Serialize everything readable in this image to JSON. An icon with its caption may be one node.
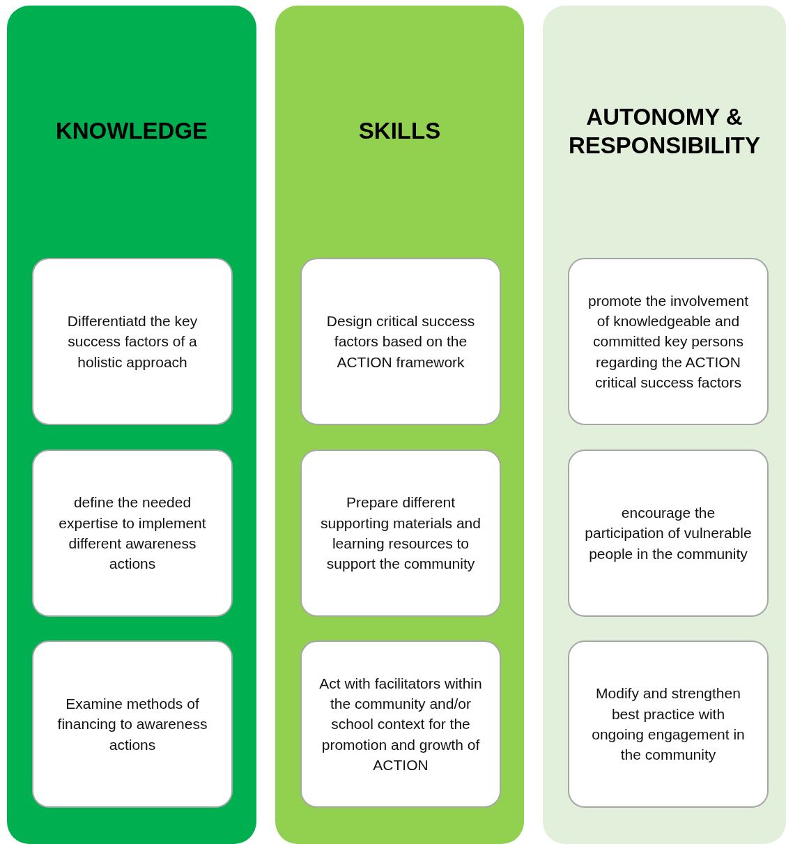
{
  "diagram": {
    "nodes": [
      {
        "text": [
          "KNOWLEDGE"
        ]
      },
      {
        "text": [
          "Differentiatd the key success factors of a holistic approach"
        ],
        "in": 0
      },
      {
        "text": [
          "define the needed expertise to implement different awareness actions"
        ],
        "in": 0
      },
      {
        "text": [
          "Examine methods of financing to awareness actions"
        ],
        "in": 0
      },
      {
        "text": [
          "SKILLS"
        ]
      },
      {
        "text": [
          "Design critical success factors based on the ACTION framework"
        ],
        "in": 4
      },
      {
        "text": [
          "Prepare different supporting materials and learning resources to support the community"
        ],
        "in": 4
      },
      {
        "text": [
          "Act with facilitators within the community and/or school context for the promotion and growth of ACTION"
        ],
        "in": 4
      },
      {
        "text": [
          "AUTONOMY & RESPONSIBILITY"
        ]
      },
      {
        "text": [
          "promote the involvement of knowledgeable and committed key persons regarding the ACTION critical success factors"
        ],
        "in": 8
      },
      {
        "text": [
          "encourage the participation of vulnerable people in the community"
        ],
        "in": 8
      },
      {
        "text": [
          "Modify and strengthen best practice with ongoing engagement in the community"
        ],
        "in": 8
      }
    ],
    "edges": []
  }
}
